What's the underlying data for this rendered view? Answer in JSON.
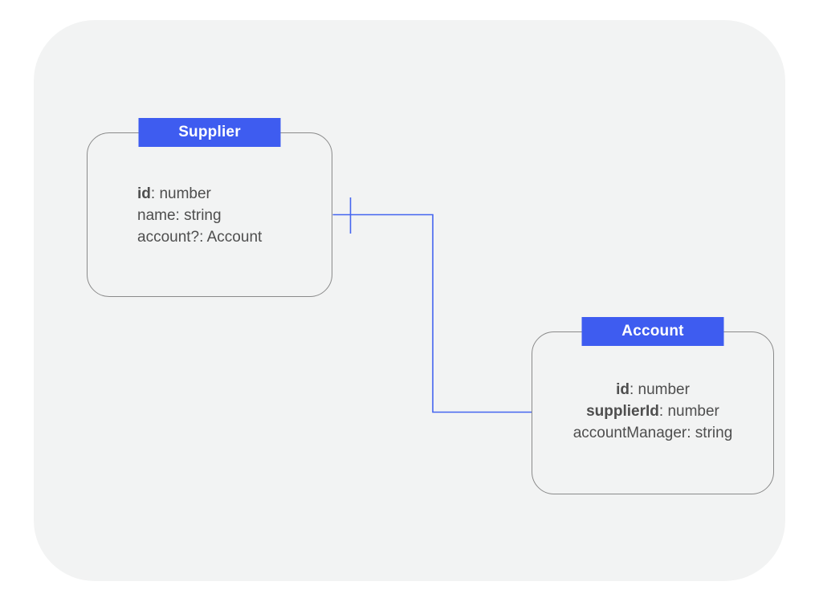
{
  "diagram": {
    "colors": {
      "page_bg": "#ffffff",
      "panel_bg": "#f2f3f3",
      "header_bg": "#3e5cf0",
      "header_text": "#ffffff",
      "box_border": "#8a8a8a",
      "field_text": "#4e4e4e",
      "connector": "#4565f0"
    },
    "entities": [
      {
        "title": "Supplier",
        "fields": [
          {
            "label": "id",
            "suffix": ": number",
            "bold": true
          },
          {
            "label": "name",
            "suffix": ": string",
            "bold": false
          },
          {
            "label": "account?",
            "suffix": ": Account",
            "bold": false
          }
        ]
      },
      {
        "title": "Account",
        "fields": [
          {
            "label": "id",
            "suffix": ": number",
            "bold": true
          },
          {
            "label": "supplierId",
            "suffix": ": number",
            "bold": true
          },
          {
            "label": "accountManager",
            "suffix": ": string",
            "bold": false
          }
        ]
      }
    ],
    "relationship": {
      "from": "Supplier",
      "to": "Account",
      "marker": "one-tick"
    }
  }
}
